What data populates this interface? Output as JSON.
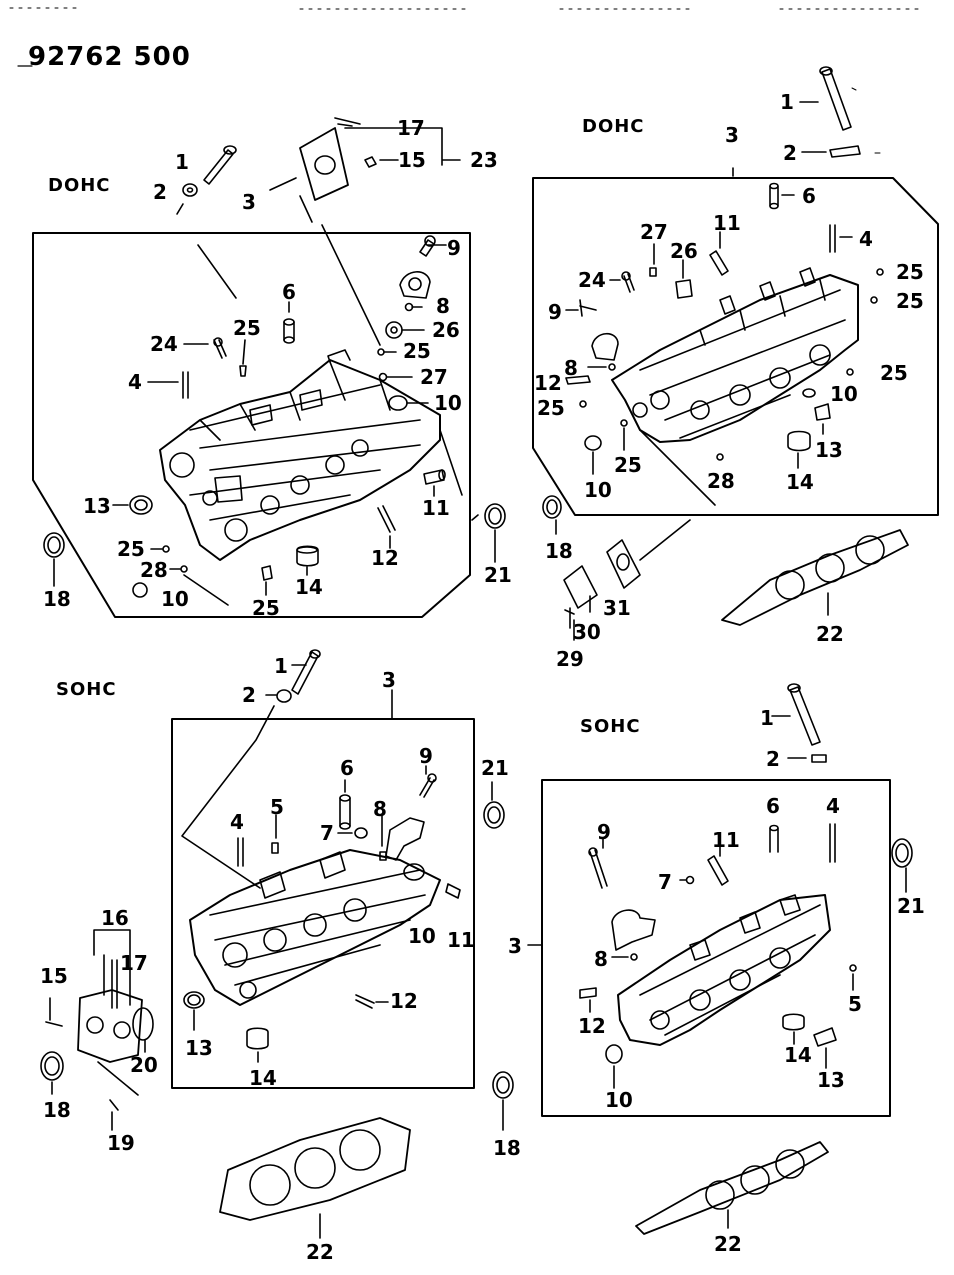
{
  "diagram": {
    "part_number": "92762 500",
    "sections": {
      "dohc_left": "DOHC",
      "dohc_right": "DOHC",
      "sohc_left": "SOHC",
      "sohc_right": "SOHC"
    },
    "callouts_q1": [
      "1",
      "2",
      "3",
      "17",
      "15",
      "23",
      "9",
      "6",
      "8",
      "26",
      "25",
      "24",
      "25",
      "4",
      "27",
      "10",
      "13",
      "11",
      "25",
      "28",
      "12",
      "14",
      "21",
      "18",
      "10",
      "25"
    ],
    "callouts_q2": [
      "1",
      "2",
      "3",
      "6",
      "27",
      "11",
      "4",
      "26",
      "25",
      "24",
      "25",
      "9",
      "8",
      "25",
      "12",
      "10",
      "25",
      "13",
      "25",
      "10",
      "28",
      "14",
      "18",
      "31",
      "30",
      "29",
      "22"
    ],
    "callouts_q3": [
      "1",
      "2",
      "3",
      "9",
      "21",
      "6",
      "5",
      "8",
      "4",
      "7",
      "16",
      "10",
      "11",
      "17",
      "15",
      "12",
      "13",
      "20",
      "14",
      "18",
      "19",
      "18",
      "22"
    ],
    "callouts_q4": [
      "1",
      "2",
      "9",
      "11",
      "6",
      "4",
      "7",
      "3",
      "8",
      "5",
      "12",
      "14",
      "13",
      "10",
      "21",
      "22"
    ]
  }
}
